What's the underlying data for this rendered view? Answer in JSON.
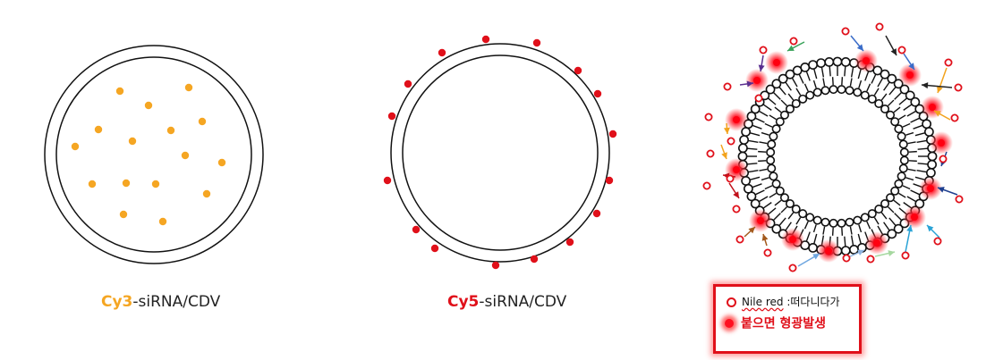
{
  "panels": [
    {
      "caption_highlight": "Cy3",
      "caption_rest": "-siRNA/CDV",
      "highlight_color": "#f5a623"
    },
    {
      "caption_highlight": "Cy5",
      "caption_rest": "-siRNA/CDV",
      "highlight_color": "#e0101a"
    }
  ],
  "legend": {
    "label": "Nile red",
    "description": " :떠다니다가",
    "emphasis": "붙으면 형광발생"
  },
  "colors": {
    "cy3_dot": "#f5a623",
    "cy5_dot": "#e0101a",
    "nile_red": "#e0101a",
    "membrane": "#111111"
  }
}
